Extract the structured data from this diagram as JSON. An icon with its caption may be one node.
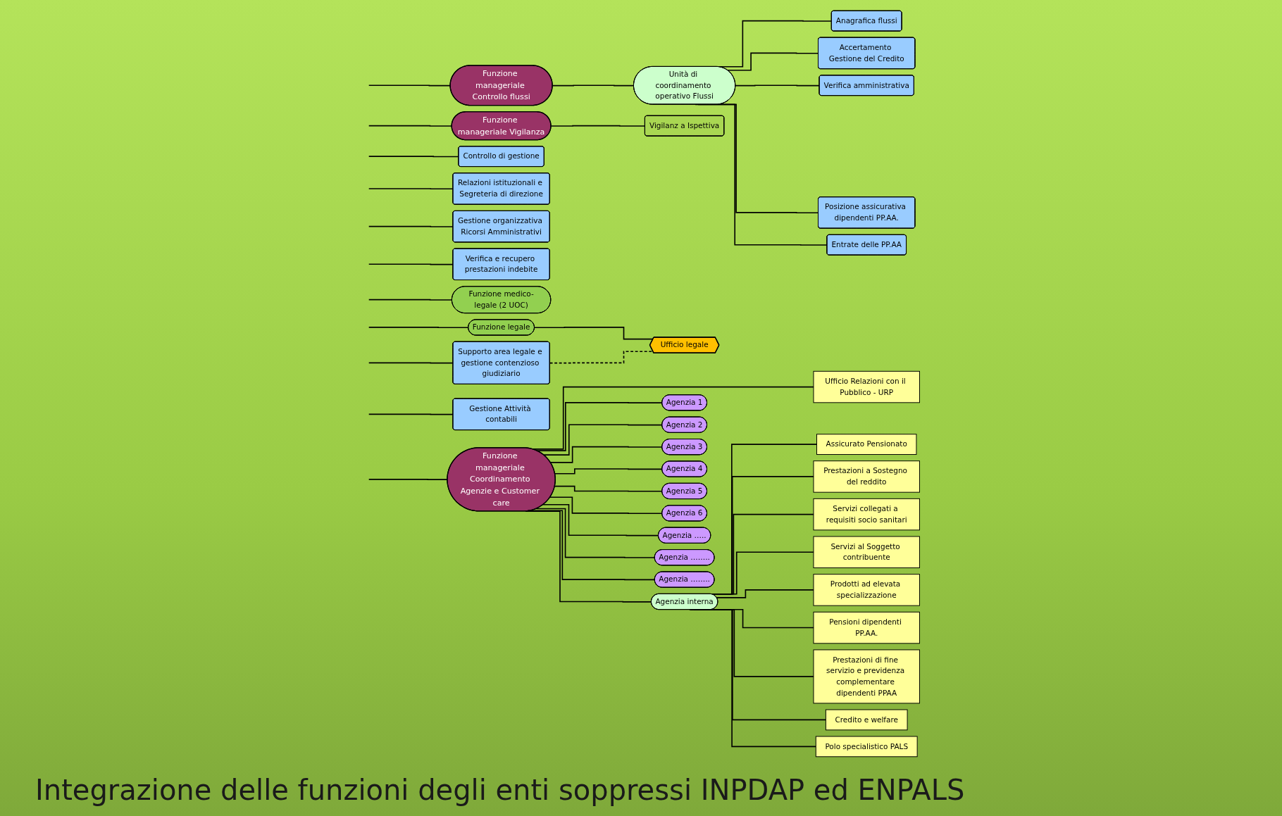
{
  "diagram": {
    "title": "Integrazione delle funzioni degli enti soppressi INPDAP ed ENPALS",
    "nodes": [
      {
        "text": [
          "Funzione manageriale Controllo flussi"
        ]
      },
      {
        "text": [
          "Unità di coordinamento operativo Flussi"
        ]
      },
      {
        "text": [
          "Anagrafica flussi"
        ]
      },
      {
        "text": [
          "Accertamento Gestione del Credito"
        ]
      },
      {
        "text": [
          "Verifica amministrativa"
        ]
      },
      {
        "text": [
          "Posizione assicurativa dipendenti PP.AA."
        ]
      },
      {
        "text": [
          "Entrate delle PP.AA"
        ]
      },
      {
        "text": [
          "Funzione manageriale Vigilanza"
        ]
      },
      {
        "text": [
          "Vigilanz a Ispettiva"
        ]
      },
      {
        "text": [
          "Controllo di gestione"
        ]
      },
      {
        "text": [
          "Relazioni istituzionali e Segreteria di direzione"
        ]
      },
      {
        "text": [
          "Gestione organizzativa Ricorsi Amministrativi"
        ]
      },
      {
        "text": [
          "Verifica e recupero prestazioni indebite"
        ]
      },
      {
        "text": [
          "Funzione medico-legale (2 UOC)"
        ]
      },
      {
        "text": [
          "Funzione legale"
        ]
      },
      {
        "text": [
          "Ufficio legale"
        ]
      },
      {
        "text": [
          "Supporto area legale e gestione contenzioso giudiziario"
        ]
      },
      {
        "text": [
          "Gestione Attività contabili"
        ]
      },
      {
        "text": [
          "Funzione manageriale Coordinamento Agenzie e Customer care"
        ]
      },
      {
        "text": [
          "Ufficio Relazioni con il Pubblico - URP"
        ]
      },
      {
        "text": [
          "Agenzia interna"
        ]
      },
      {
        "text": [
          "Assicurato Pensionato"
        ]
      },
      {
        "text": [
          "Prestazioni a Sostegno del reddito"
        ]
      },
      {
        "text": [
          "Servizi collegati a requisiti socio sanitari"
        ]
      },
      {
        "text": [
          "Servizi al Soggetto contribuente"
        ]
      },
      {
        "text": [
          "Prodotti ad elevata specializzazione"
        ]
      },
      {
        "text": [
          "Pensioni dipendenti PP.AA."
        ]
      },
      {
        "text": [
          "Prestazioni di fine servizio e previdenza complementare dipendenti PPAA"
        ]
      },
      {
        "text": [
          "Credito e welfare"
        ]
      },
      {
        "text": [
          "Polo specialistico PALS"
        ]
      },
      {
        "text": [
          "Agenzia 1"
        ]
      },
      {
        "text": [
          "Agenzia 2"
        ]
      },
      {
        "text": [
          "Agenzia 3"
        ]
      },
      {
        "text": [
          "Agenzia 4"
        ]
      },
      {
        "text": [
          "Agenzia 5"
        ]
      },
      {
        "text": [
          "Agenzia 6"
        ]
      },
      {
        "text": [
          "Agenzia ….."
        ]
      },
      {
        "text": [
          "Agenzia …….."
        ]
      },
      {
        "text": [
          "Agenzia …….."
        ]
      }
    ],
    "edges": [
      {
        "from": null,
        "to": 0,
        "arrow": "none"
      },
      {
        "from": 0,
        "to": 1,
        "arrow": "none"
      },
      {
        "from": 1,
        "to": 2,
        "arrow": "none"
      },
      {
        "from": 1,
        "to": 3,
        "arrow": "none"
      },
      {
        "from": 1,
        "to": 4,
        "arrow": "none"
      },
      {
        "from": 1,
        "to": 5,
        "arrow": "none"
      },
      {
        "from": 1,
        "to": 6,
        "arrow": "none"
      },
      {
        "from": null,
        "to": 7,
        "arrow": "none"
      },
      {
        "from": 7,
        "to": 8,
        "arrow": "none"
      },
      {
        "from": null,
        "to": 9,
        "arrow": "none"
      },
      {
        "from": null,
        "to": 10,
        "arrow": "none"
      },
      {
        "from": null,
        "to": 11,
        "arrow": "none"
      },
      {
        "from": null,
        "to": 12,
        "arrow": "none"
      },
      {
        "from": null,
        "to": 13,
        "arrow": "none"
      },
      {
        "from": null,
        "to": 14,
        "arrow": "none"
      },
      {
        "from": 14,
        "to": 15,
        "arrow": "none"
      },
      {
        "from": 15,
        "to": 16,
        "arrow": "none",
        "style": "dashed"
      },
      {
        "from": null,
        "to": 16,
        "arrow": "none"
      },
      {
        "from": null,
        "to": 17,
        "arrow": "none"
      },
      {
        "from": null,
        "to": 18,
        "arrow": "none"
      },
      {
        "from": 18,
        "to": 19,
        "arrow": "none"
      },
      {
        "from": 18,
        "to": 20,
        "arrow": "none"
      },
      {
        "from": 20,
        "to": 21,
        "arrow": "none"
      },
      {
        "from": 20,
        "to": 22,
        "arrow": "none"
      },
      {
        "from": 20,
        "to": 23,
        "arrow": "none"
      },
      {
        "from": 20,
        "to": 24,
        "arrow": "none"
      },
      {
        "from": 20,
        "to": 25,
        "arrow": "none"
      },
      {
        "from": 20,
        "to": 26,
        "arrow": "none"
      },
      {
        "from": 20,
        "to": 27,
        "arrow": "none"
      },
      {
        "from": 20,
        "to": 28,
        "arrow": "none"
      },
      {
        "from": 20,
        "to": 29,
        "arrow": "none"
      },
      {
        "from": 18,
        "to": 30,
        "arrow": "none"
      },
      {
        "from": 18,
        "to": 31,
        "arrow": "none"
      },
      {
        "from": 18,
        "to": 32,
        "arrow": "none"
      },
      {
        "from": 18,
        "to": 33,
        "arrow": "none"
      },
      {
        "from": 18,
        "to": 34,
        "arrow": "none"
      },
      {
        "from": 18,
        "to": 35,
        "arrow": "none"
      },
      {
        "from": 18,
        "to": 36,
        "arrow": "none"
      },
      {
        "from": 18,
        "to": 37,
        "arrow": "none"
      },
      {
        "from": 18,
        "to": 38,
        "arrow": "none"
      }
    ]
  }
}
